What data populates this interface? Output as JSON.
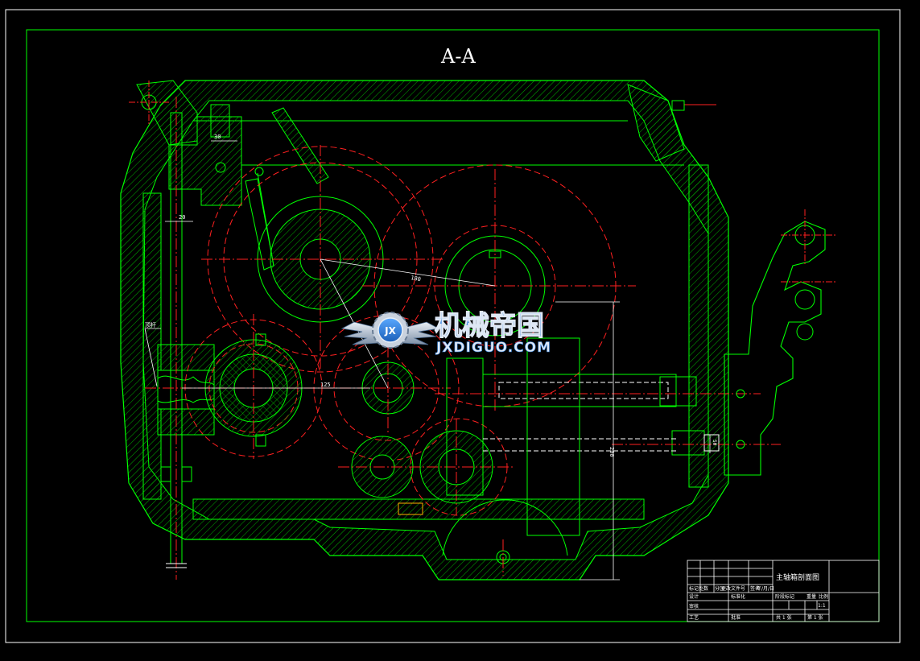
{
  "drawing": {
    "section_title": "A-A",
    "dimensions": {
      "d_30": "30",
      "d_20": "20",
      "d_180": "180",
      "d_125": "125",
      "d_200": "200",
      "d_50": "50",
      "callout": "顶杆"
    }
  },
  "watermark": {
    "name_cn": "机械帝国",
    "name_en": "JXDIGUO.COM",
    "emblem": "JX"
  },
  "title_block": {
    "drawing_name": "主轴箱剖面图",
    "row_revision": "标记处数",
    "row_revision_2": "分区",
    "row_revision_3": "更改文件号",
    "row_revision_4": "签名",
    "row_revision_5": "年/月/日",
    "row_design": "设计",
    "row_standard": "标准化",
    "row_check": "审核",
    "row_process": "工艺",
    "row_approve": "批准",
    "stage_label": "阶段标记",
    "weight_label": "重量",
    "scale_label": "比例",
    "scale_value": "1:1",
    "sheets_total": "共 1 张",
    "sheet_number": "第 1 张"
  },
  "colors": {
    "background": "#000000",
    "outline": "#00ff00",
    "centerline": "#ff2020",
    "frame": "#ffffff",
    "hatch": "#00cc00",
    "logo_blue": "#2f7fd8",
    "logo_silver": "#d8dde6"
  }
}
